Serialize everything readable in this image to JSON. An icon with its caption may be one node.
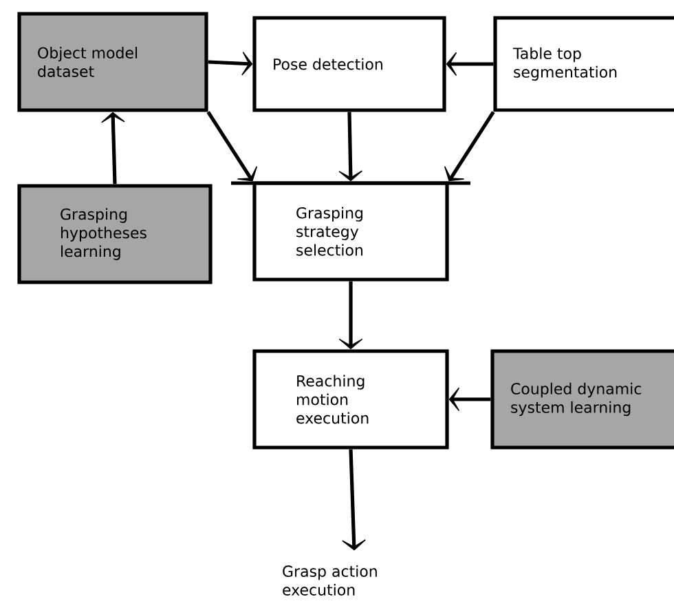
{
  "diagram": {
    "nodes": [
      {
        "text": [
          "Object model dataset"
        ]
      },
      {
        "text": [
          "Pose detection"
        ]
      },
      {
        "text": [
          "Table top segmentation"
        ]
      },
      {
        "text": [
          "Grasping hypotheses learning"
        ]
      },
      {
        "text": [
          "Grasping strategy selection"
        ]
      },
      {
        "text": [
          "Reaching motion execution"
        ]
      },
      {
        "text": [
          "Coupled dynamic system learning"
        ]
      },
      {
        "text": [
          "Grasp action execution"
        ]
      }
    ],
    "edges": [
      {
        "from": 0,
        "to": 1,
        "arrow": "to"
      },
      {
        "from": 2,
        "to": 1,
        "arrow": "to"
      },
      {
        "from": 3,
        "to": 0,
        "arrow": "to"
      },
      {
        "from": 0,
        "to": 4,
        "arrow": "to"
      },
      {
        "from": 1,
        "to": 4,
        "arrow": "to"
      },
      {
        "from": 2,
        "to": 4,
        "arrow": "to"
      },
      {
        "from": 4,
        "to": 5,
        "arrow": "to"
      },
      {
        "from": 6,
        "to": 5,
        "arrow": "to"
      },
      {
        "from": 5,
        "to": 7,
        "arrow": "to"
      }
    ]
  }
}
